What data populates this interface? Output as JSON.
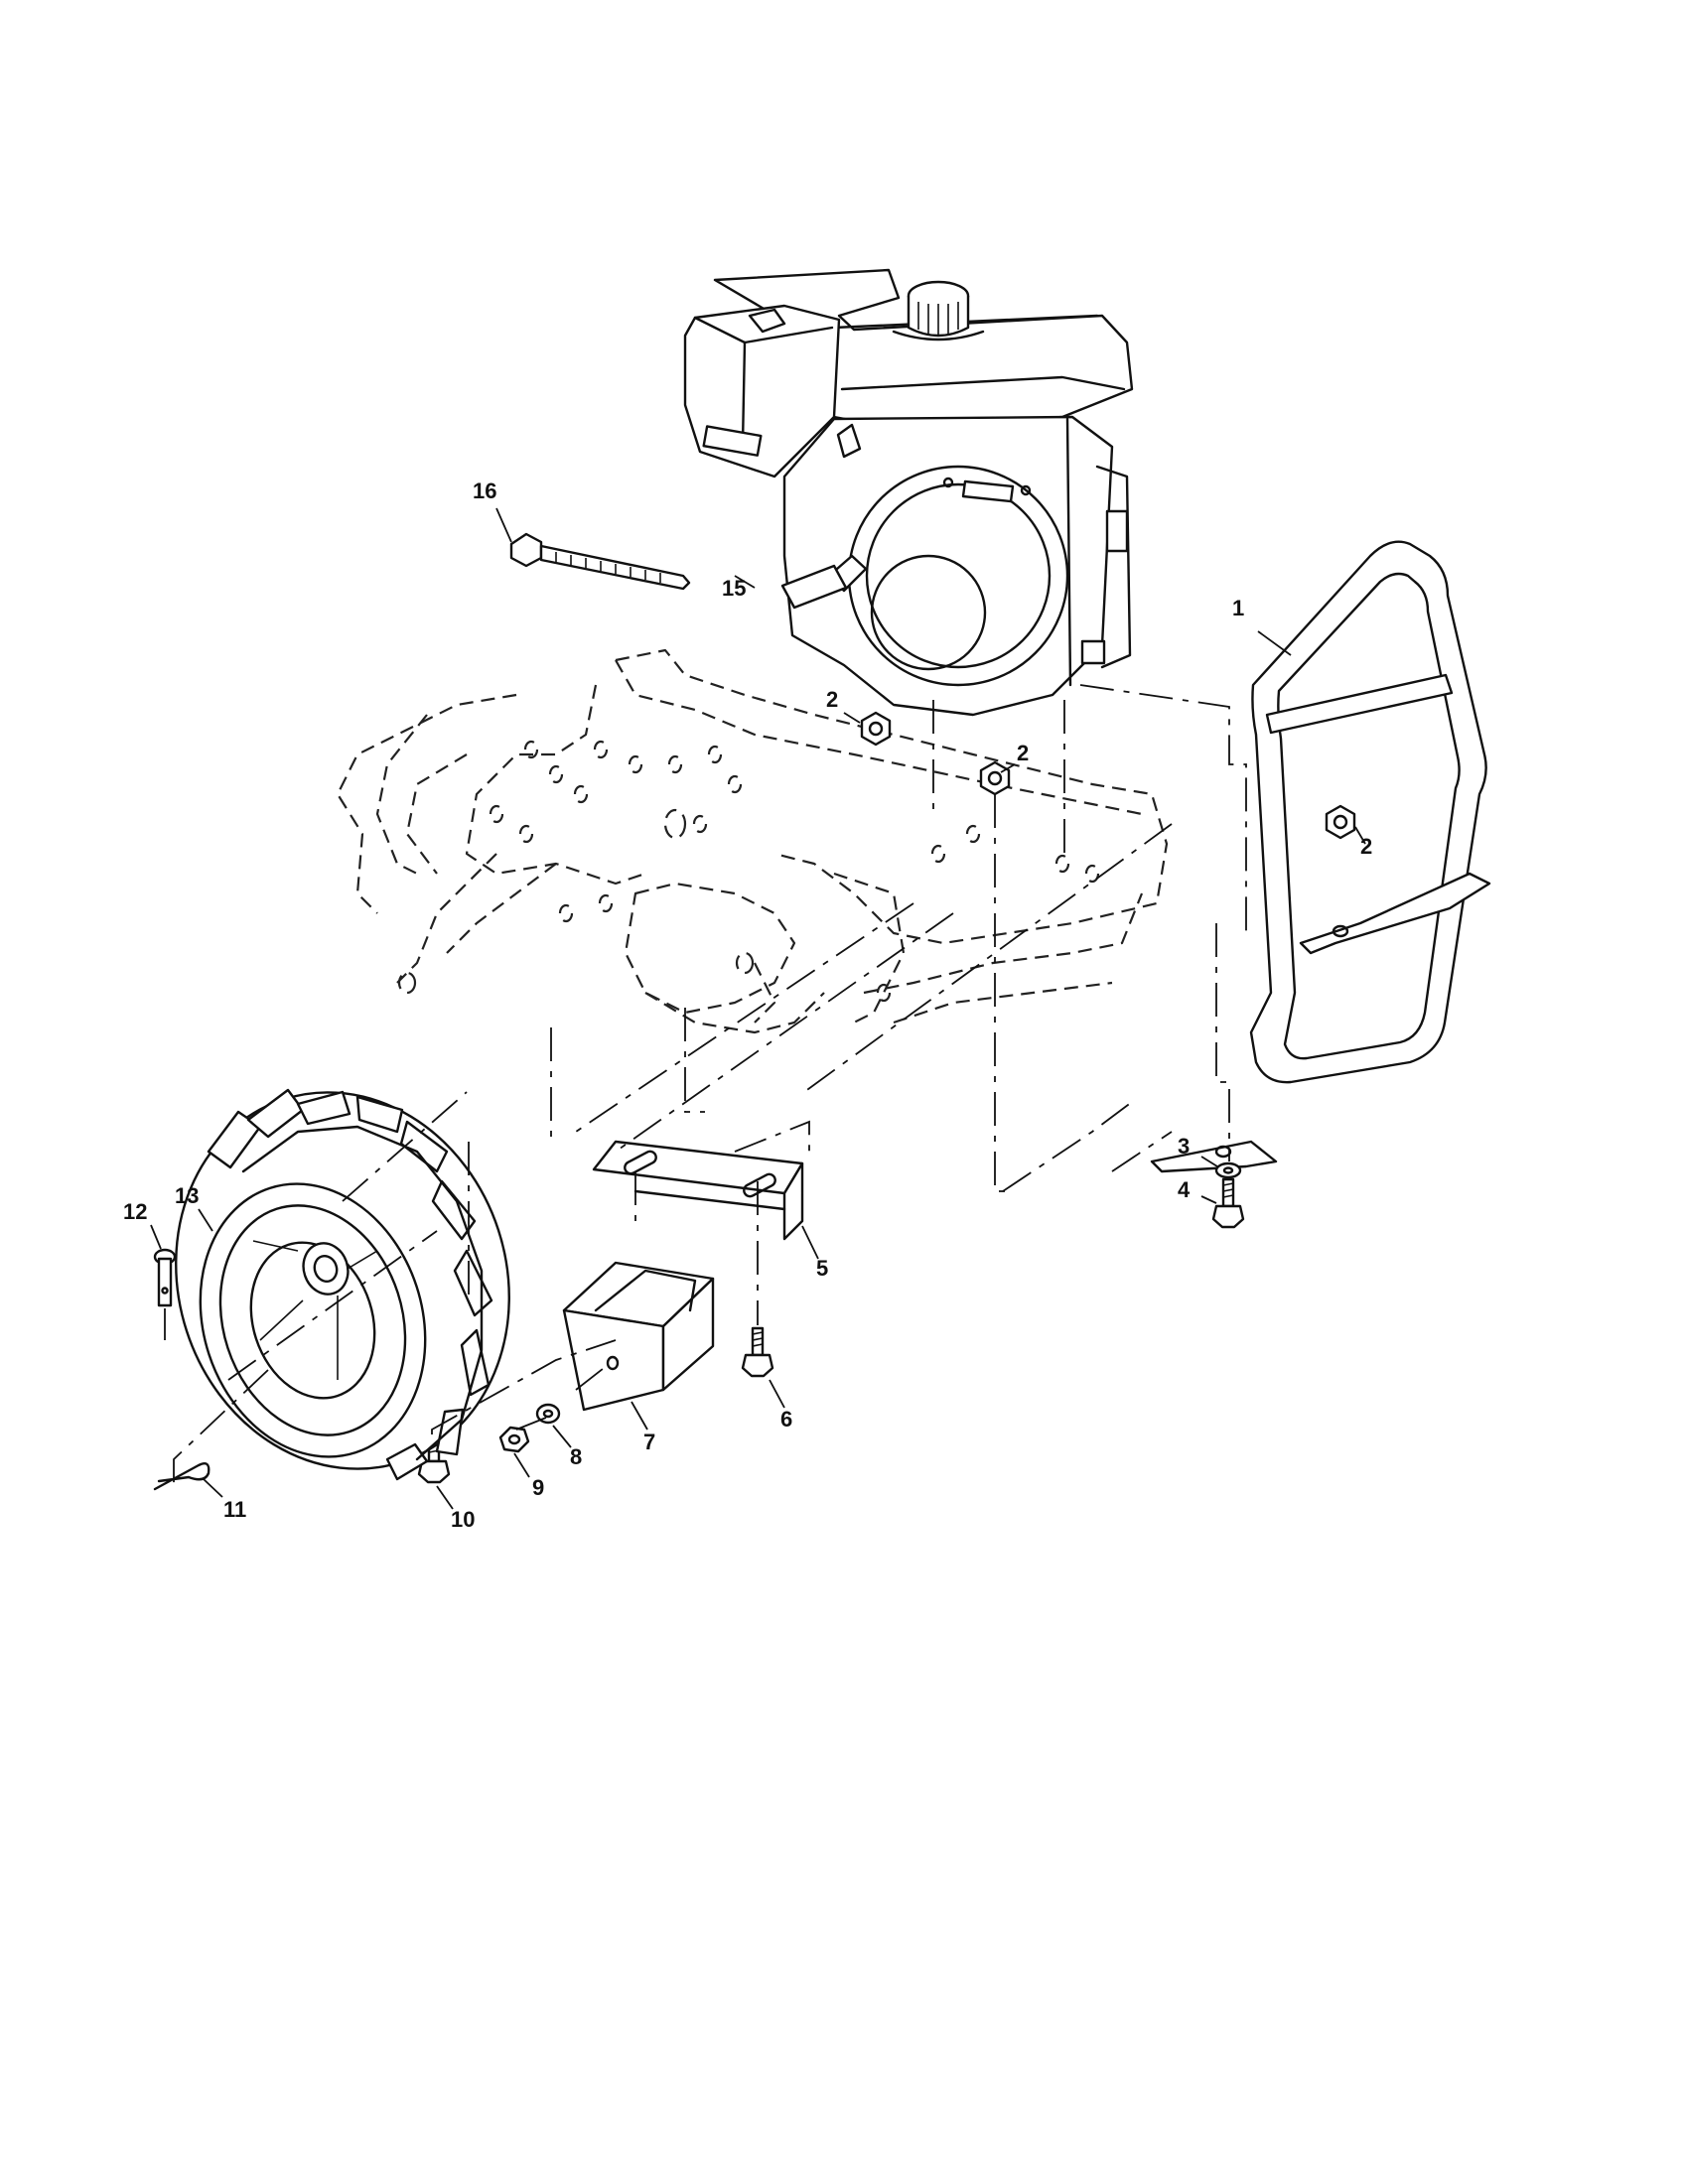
{
  "diagram": {
    "type": "exploded-parts-diagram",
    "callouts": [
      "1",
      "2",
      "2",
      "2",
      "3",
      "4",
      "5",
      "6",
      "7",
      "8",
      "9",
      "10",
      "11",
      "12",
      "13",
      "15",
      "16"
    ]
  }
}
